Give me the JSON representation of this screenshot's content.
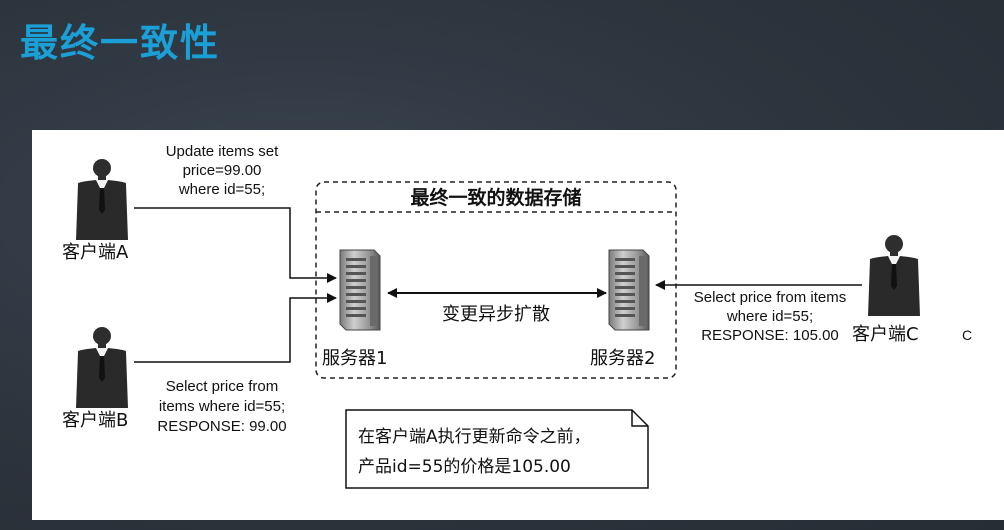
{
  "title": "最终一致性",
  "store_title": "最终一致的数据存储",
  "clients": {
    "a": "客户端A",
    "b": "客户端B",
    "c": "客户端C",
    "c_trail": "C"
  },
  "servers": {
    "s1": "服务器1",
    "s2": "服务器2"
  },
  "sync_label": "变更异步扩散",
  "query_a": [
    "Update items set",
    "price=99.00",
    "where id=55;"
  ],
  "query_b": [
    "Select price from",
    "items where id=55;",
    "RESPONSE: 99.00"
  ],
  "query_c": [
    "Select price from items",
    "where id=55;",
    "RESPONSE: 105.00"
  ],
  "note": [
    "在客户端A执行更新命令之前，",
    "产品id=55的价格是105.00"
  ],
  "icons": [
    "person-icon",
    "server-icon"
  ]
}
